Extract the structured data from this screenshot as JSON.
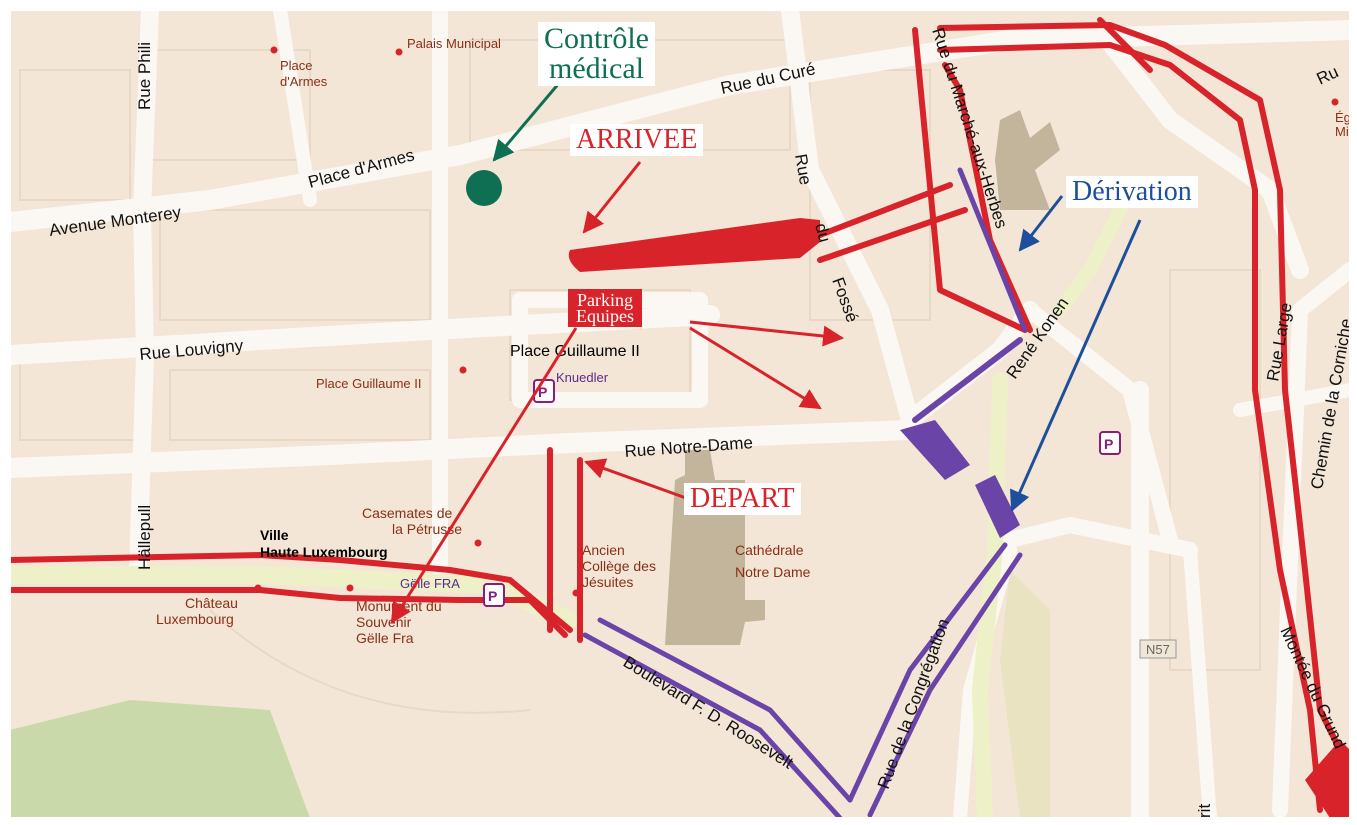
{
  "map": {
    "streets": {
      "rue_du_cure": "Rue du Curé",
      "place_darmes_street": "Place d'Armes",
      "avenue_monterey": "Avenue Monterey",
      "rue_philippe": "Rue Phili",
      "rue_louvigny": "Rue Louvigny",
      "rue_notre_dame": "Rue Notre-Dame",
      "hallepull": "Hällepull",
      "rue_du_fosse_1": "Rue",
      "rue_du_fosse_2": "du",
      "rue_du_fosse_3": "Fossé",
      "rue_marche_aux_herbes": "Rue du Marché-aux-Herbes",
      "rene_konen": "René Konen",
      "rue_congregation": "Rue de la Congrégation",
      "boulevard_roosevelt": "Boulevard F. D. Roosevelt",
      "rue_large": "Rue Large",
      "chemin_corniche": "Chemin de la Corniche",
      "montee_grund": "Montée du Grund",
      "rue_top_right": "Ru",
      "street_bottom_rit": "rit",
      "n57": "N57"
    },
    "pois": {
      "palais_municipal": "Palais Municipal",
      "place_darmes_1": "Place",
      "place_darmes_2": "d'Armes",
      "place_guillaume_poi": "Place Guillaume II",
      "place_guillaume_label": "Place Guillaume II",
      "casemates_1": "Casemates de",
      "casemates_2": "la Pétrusse",
      "ville_haute_1": "Ville",
      "ville_haute_2": "Haute Luxembourg",
      "chateau_1": "Château",
      "chateau_2": "Luxembourg",
      "monument_1": "Monument du",
      "monument_2": "Souvenir",
      "monument_3": "Gëlle Fra",
      "ancien_college_1": "Ancien",
      "ancien_college_2": "Collège des",
      "ancien_college_3": "Jésuites",
      "cathedrale_1": "Cathédrale",
      "cathedrale_2": "Notre Dame",
      "eglise_1": "Ég",
      "eglise_2": "Mi",
      "knuedler": "Knuedler",
      "gelle_fra_parking": "Gëlle FRA",
      "parking_symbol": "P"
    }
  },
  "callouts": {
    "controle_line1": "Contrôle",
    "controle_line2": "médical",
    "arrivee": "ARRIVEE",
    "derivation": "Dérivation",
    "depart": "DEPART",
    "parking_line1": "Parking",
    "parking_line2": "Equipes"
  },
  "colors": {
    "map_background": "#f3e6d7",
    "road_fill": "#fbf8f3",
    "route_red": "#d8232a",
    "deviation_purple": "#6a44a6",
    "arrow_blue": "#1d4f9a",
    "medical_green": "#0e6f52",
    "building": "#c2b59c",
    "park_yellow": "#eef0c8",
    "green_area": "#c9d9a9",
    "poi_text": "#8a2f16"
  }
}
